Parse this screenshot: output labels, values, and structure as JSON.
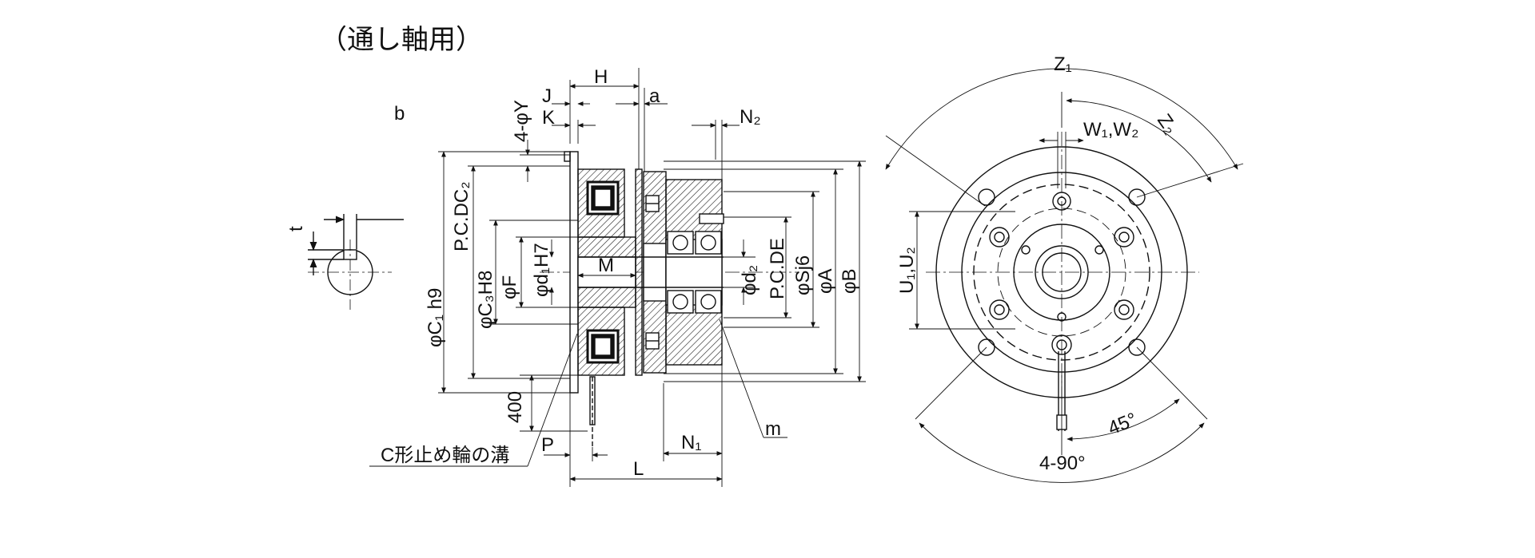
{
  "title": "（通し軸用）",
  "labels": {
    "H": "H",
    "J": "J",
    "K": "K",
    "a": "a",
    "Y": "4-φY",
    "N2": "N₂",
    "t": "t",
    "b": "b",
    "PCDC2": "P.C.DC₂",
    "C1": "φC₁ h9",
    "C3": "φC₃H8",
    "F": "φF",
    "d1": "φd₁H7",
    "M": "M",
    "d2": "φd₂",
    "PCDE": "P.C.DE",
    "S": "φSj6",
    "A": "φA",
    "B": "φB",
    "len400": "400",
    "ring": "C形止め輪の溝",
    "P": "P",
    "N1": "N₁",
    "m": "m",
    "L": "L",
    "Z1": "Z₁",
    "Z2": "Z₂",
    "W": "W₁,W₂",
    "U": "U₁,U₂",
    "deg45": "45°",
    "deg90": "4-90°"
  }
}
